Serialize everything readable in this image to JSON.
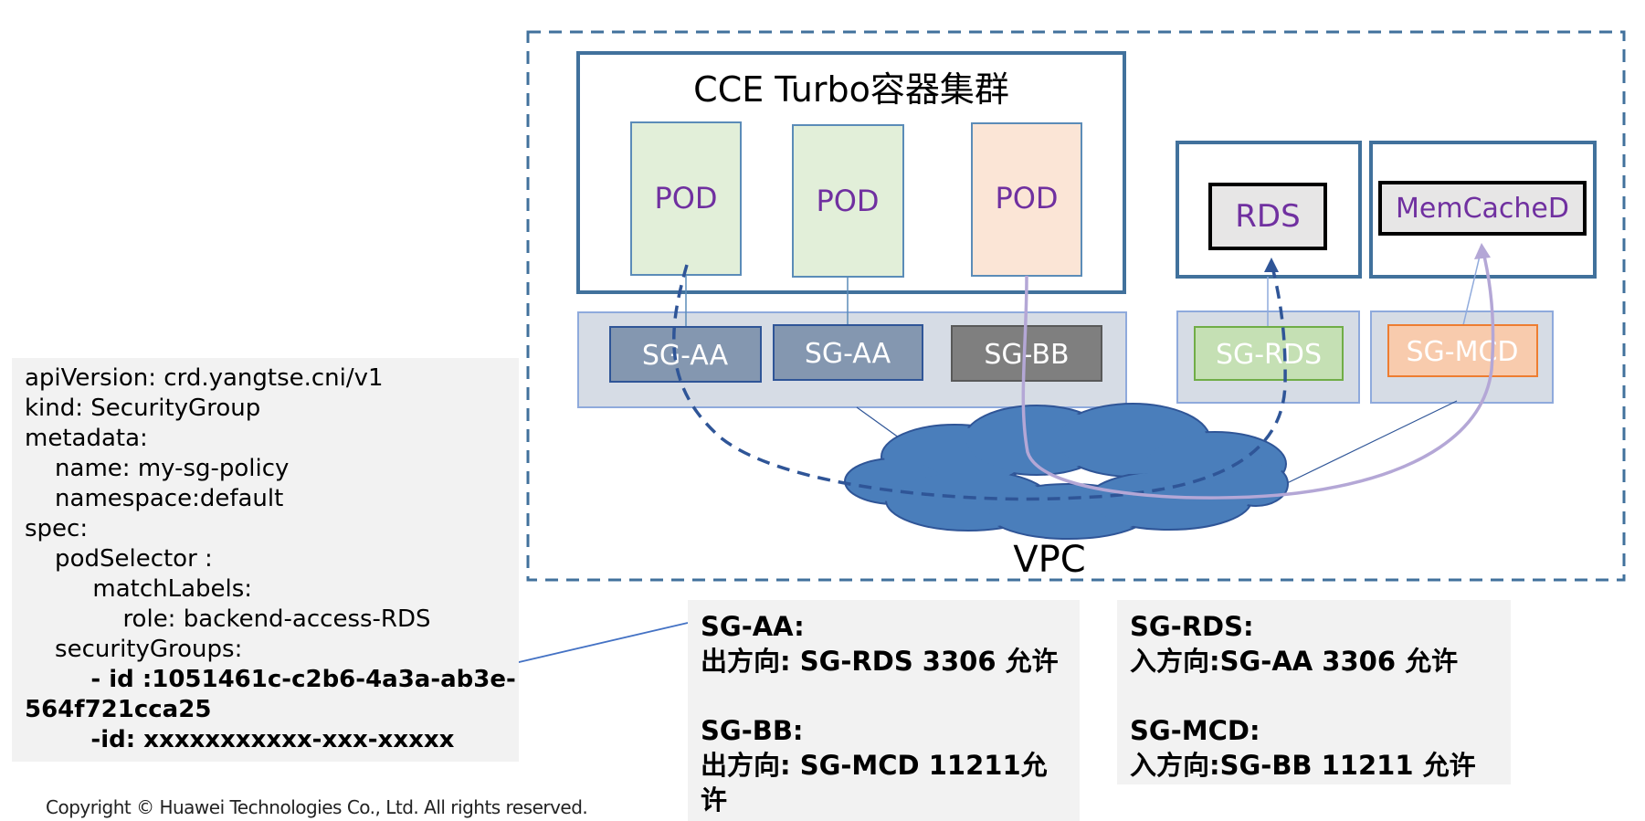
{
  "cluster": {
    "title": "CCE Turbo容器集群"
  },
  "pods": [
    {
      "label": "POD",
      "fill": "#e2efd9",
      "stroke": "#5b8cb8"
    },
    {
      "label": "POD",
      "fill": "#e2efd9",
      "stroke": "#5b8cb8"
    },
    {
      "label": "POD",
      "fill": "#fbe5d6",
      "stroke": "#5b8cb8"
    }
  ],
  "security_groups": [
    {
      "label": "SG-AA",
      "fill": "#8497b0"
    },
    {
      "label": "SG-AA",
      "fill": "#8497b0"
    },
    {
      "label": "SG-BB",
      "fill": "#7f7f7f"
    },
    {
      "label": "SG-RDS",
      "fill": "#c5e0b4"
    },
    {
      "label": "SG-MCD",
      "fill": "#f8cbad"
    }
  ],
  "services": [
    {
      "label": "RDS"
    },
    {
      "label": "MemCacheD"
    }
  ],
  "vpc": {
    "label": "VPC",
    "cloud_color": "#4a7ebb"
  },
  "colors": {
    "accent_text": "#7030a0",
    "frame_blue": "#41719c",
    "dashed_flow": "#2f5597",
    "solid_flow": "#b4a7d6"
  },
  "yaml_lines": [
    "apiVersion: crd.yangtse.cni/v1",
    "kind: SecurityGroup",
    "metadata:",
    "    name: my-sg-policy",
    "    namespace:default",
    "spec:",
    "    podSelector :",
    "         matchLabels:",
    "             role: backend-access-RDS",
    "    securityGroups:",
    "        - id :1051461c-c2b6-4a3a-ab3e-",
    "564f721cca25",
    "        -id: xxxxxxxxxxx-xxx-xxxxx"
  ],
  "rules_left": [
    "SG-AA:",
    "出方向: SG-RDS 3306 允许",
    "",
    "SG-BB:",
    "出方向: SG-MCD 11211允",
    "许"
  ],
  "rules_right": [
    "SG-RDS:",
    "入方向:SG-AA 3306 允许",
    "",
    "SG-MCD:",
    "入方向:SG-BB 11211 允许"
  ],
  "copyright": "Copyright © Huawei Technologies Co., Ltd. All rights reserved."
}
